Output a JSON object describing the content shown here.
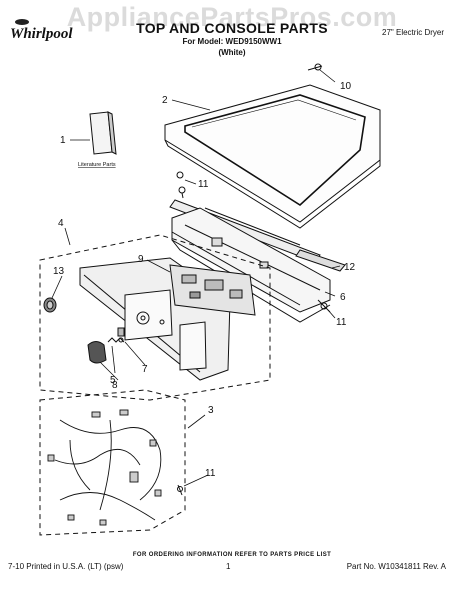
{
  "watermark": "AppliancePartsPros.com",
  "brand": {
    "name": "Whirlpool"
  },
  "header": {
    "title": "TOP AND CONSOLE PARTS",
    "model_line": "For Model: WED9150WW1",
    "color_line": "(White)",
    "product_type": "27\" Electric Dryer"
  },
  "diagram": {
    "literature_label": "Literature Parts",
    "callouts": [
      "1",
      "2",
      "3",
      "4",
      "5",
      "6",
      "7",
      "8",
      "9",
      "10",
      "11",
      "12",
      "13",
      "11",
      "11"
    ]
  },
  "footer": {
    "note": "FOR ORDERING INFORMATION REFER TO PARTS PRICE LIST",
    "printed": "7-10 Printed in U.S.A. (LT) (psw)",
    "page": "1",
    "part_no": "Part No. W10341811 Rev. A"
  }
}
